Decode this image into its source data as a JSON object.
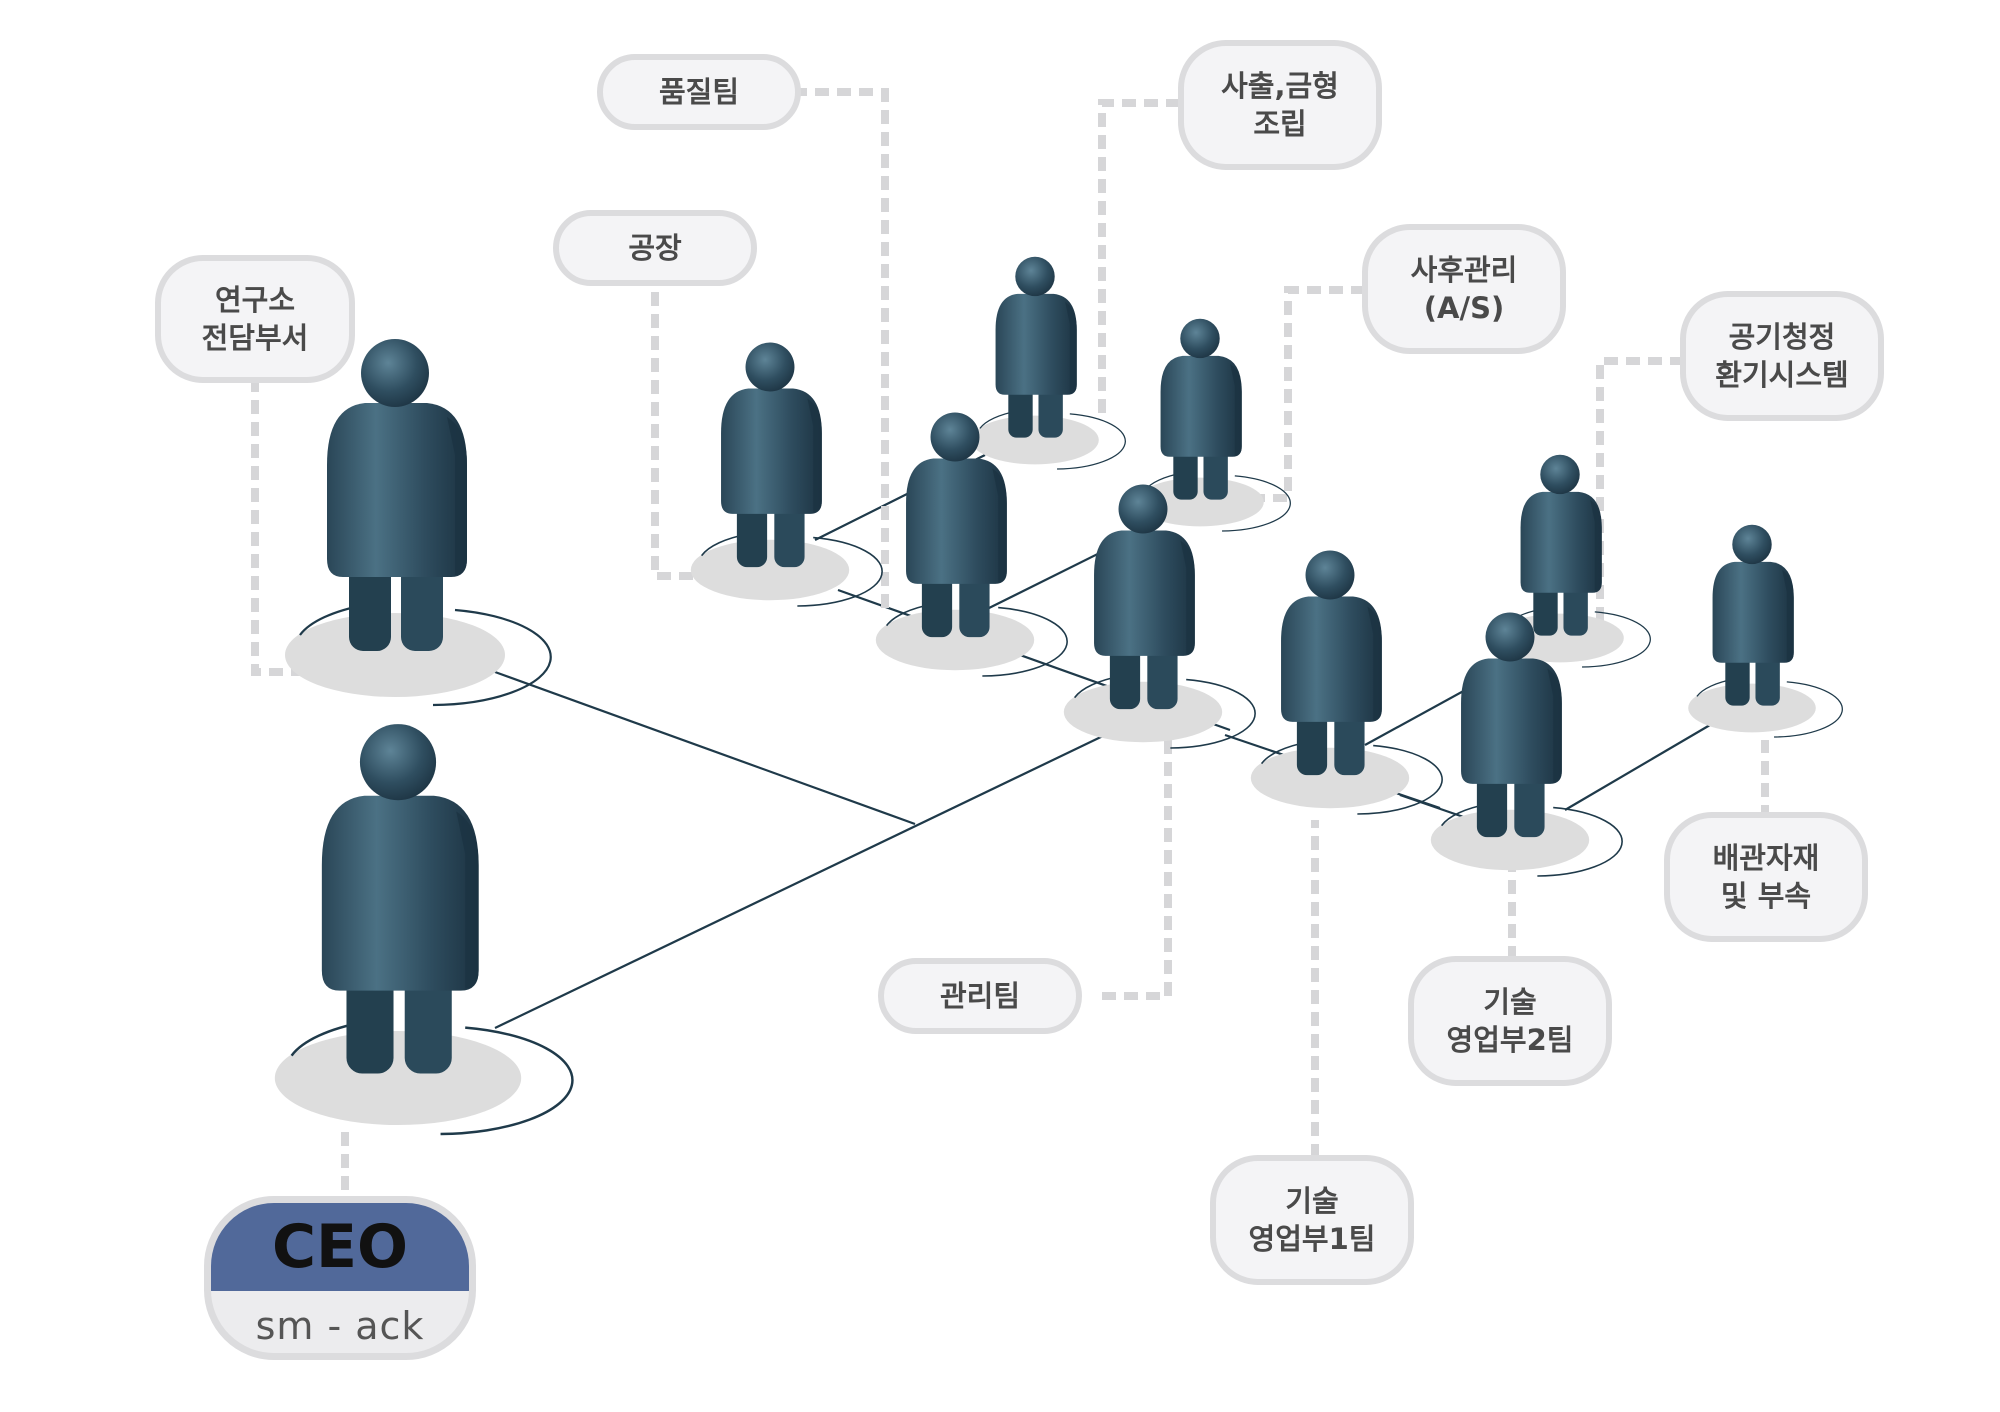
{
  "colors": {
    "figure": "#2e4c5e",
    "figure_light": "#4f7488",
    "connector": "#1f3a4a",
    "dashed_leader": "#d6d6d8",
    "label_border": "#dcdcde",
    "label_fill": "#f4f4f6",
    "ceo_header": "#51699a"
  },
  "ceo": {
    "title": "CEO",
    "name": "sm - ack"
  },
  "labels": {
    "research": [
      "연구소",
      "전담부서"
    ],
    "factory": [
      "공장"
    ],
    "quality": [
      "품질팀"
    ],
    "injection": [
      "사출,금형",
      "조립"
    ],
    "after_service": [
      "사후관리",
      "(A/S)"
    ],
    "air": [
      "공기청정",
      "환기시스템"
    ],
    "management": [
      "관리팀"
    ],
    "sales1": [
      "기술",
      "영업부1팀"
    ],
    "sales2": [
      "기술",
      "영업부2팀"
    ],
    "piping": [
      "배관자재",
      "및 부속"
    ]
  }
}
